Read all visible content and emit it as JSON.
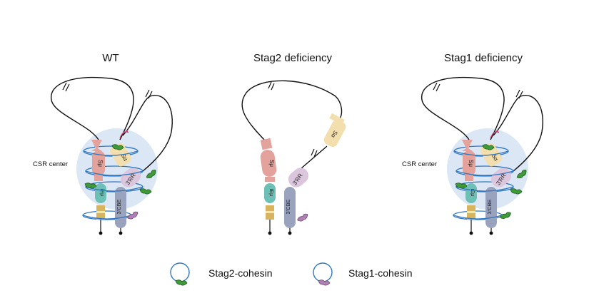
{
  "panels": [
    {
      "title": "WT",
      "center_label": "CSR center"
    },
    {
      "title": "Stag2 deficiency"
    },
    {
      "title": "Stag1 deficiency",
      "center_label": "CSR center"
    }
  ],
  "element_labels": {
    "s_mu": "Sμ",
    "s_alpha": "Sα",
    "rr3": "3'RR",
    "ie_mu": "iEμ",
    "cbe3": "3'CBE"
  },
  "legend": [
    {
      "label": "Stag2-cohesin",
      "color": "#3f9a3a"
    },
    {
      "label": "Stag1-cohesin",
      "color": "#b07fb3"
    }
  ],
  "colors": {
    "s_mu": "#e3a29c",
    "s_alpha": "#f3dfad",
    "rr3": "#dcc6dd",
    "ie_mu": "#6ec0b7",
    "cbe3": "#9aa3bd",
    "promoter": "#d8b45c",
    "csr_center": "#dbe7f4",
    "ring": "#2f76c0",
    "arrow": "#e0407a"
  }
}
